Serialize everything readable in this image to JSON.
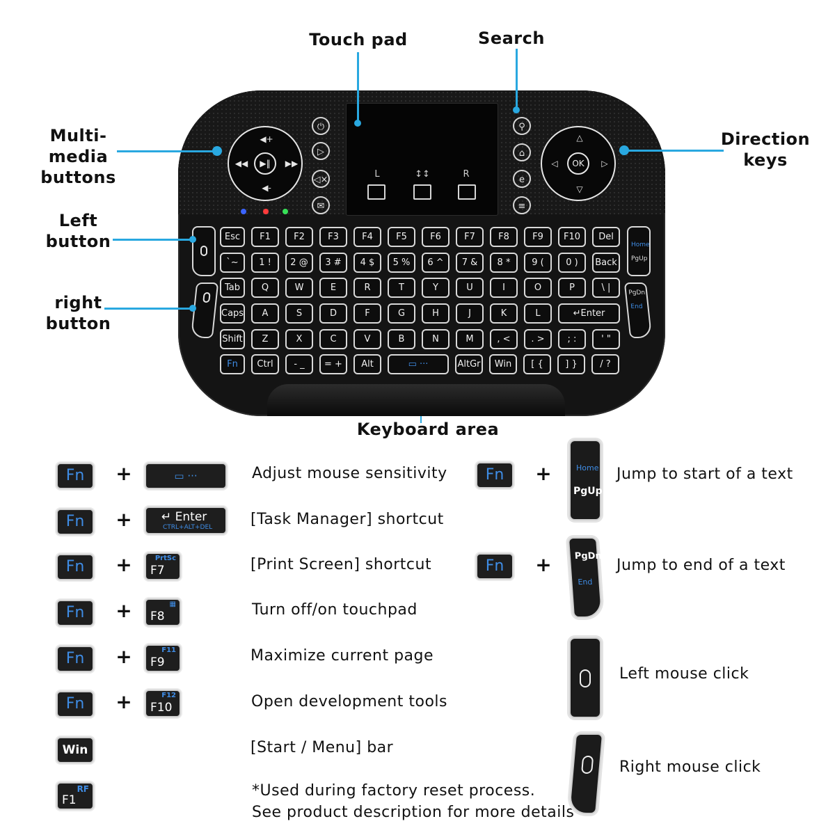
{
  "callouts": {
    "touch_pad": "Touch pad",
    "search": "Search",
    "multimedia_line1": "Multi-media",
    "multimedia_line2": "buttons",
    "direction_line1": "Direction",
    "direction_line2": "keys",
    "left_line1": "Left",
    "left_line2": "button",
    "right_line1": "right",
    "right_line2": "button",
    "keyboard_area": "Keyboard area"
  },
  "touchpad": {
    "left": "L",
    "middle": "↕↕",
    "right": "R"
  },
  "dpad": {
    "center": "OK"
  },
  "keyboard": {
    "row1": [
      "Esc",
      "F1",
      "F2",
      "F3",
      "F4",
      "F5",
      "F6",
      "F7",
      "F8",
      "F9",
      "F10",
      "Del"
    ],
    "row2": [
      "`~",
      "1 !",
      "2 @",
      "3 #",
      "4 $",
      "5 %",
      "6 ^",
      "7 &",
      "8 *",
      "9 (",
      "0 )",
      "Back"
    ],
    "row3": [
      "Tab",
      "Q",
      "W",
      "E",
      "R",
      "T",
      "Y",
      "U",
      "I",
      "O",
      "P",
      "\\ |"
    ],
    "row4": [
      "Caps",
      "A",
      "S",
      "D",
      "F",
      "G",
      "H",
      "J",
      "K",
      "L",
      "↵Enter"
    ],
    "row5": [
      "Shift",
      "Z",
      "X",
      "C",
      "V",
      "B",
      "N",
      "M",
      ", <",
      ". >",
      "; :",
      "' \""
    ],
    "row6": [
      "Fn",
      "Ctrl",
      "- _",
      "= +",
      "Alt",
      "▭ ···",
      "AltGr",
      "Win",
      "[ {",
      "] }",
      "/ ?"
    ],
    "pgup_home": "Home",
    "pgup": "PgUp",
    "pgdn": "PgDn",
    "pgdn_end": "End"
  },
  "legend": {
    "fn_label": "Fn",
    "plus": "+",
    "enter_label": "Enter",
    "enter_sub": "CTRL+ALT+DEL",
    "sensitivity_key": "▭ ···",
    "f7": "F7",
    "f7_sub": "PrtSc",
    "f8": "F8",
    "f8_sub": "▦",
    "f9": "F9",
    "f9_sub": "F11",
    "f10": "F10",
    "f10_sub": "F12",
    "win": "Win",
    "f1": "F1",
    "f1_sub": "RF",
    "home": "Home",
    "pgup": "PgUp",
    "pgdn": "PgDn",
    "end": "End",
    "items": [
      "Adjust mouse sensitivity",
      "[Task Manager] shortcut",
      "[Print Screen] shortcut",
      "Turn off/on touchpad",
      "Maximize current page",
      "Open development tools",
      "[Start / Menu] bar"
    ],
    "note_line1": "*Used during factory reset process.",
    "note_line2": "See product description for more details",
    "jump_start": "Jump to start of a text",
    "jump_end": "Jump to end of a text",
    "left_click": "Left mouse click",
    "right_click": "Right mouse click"
  },
  "colors": {
    "accent": "#29a8e0",
    "key_blue": "#3f8de6"
  }
}
